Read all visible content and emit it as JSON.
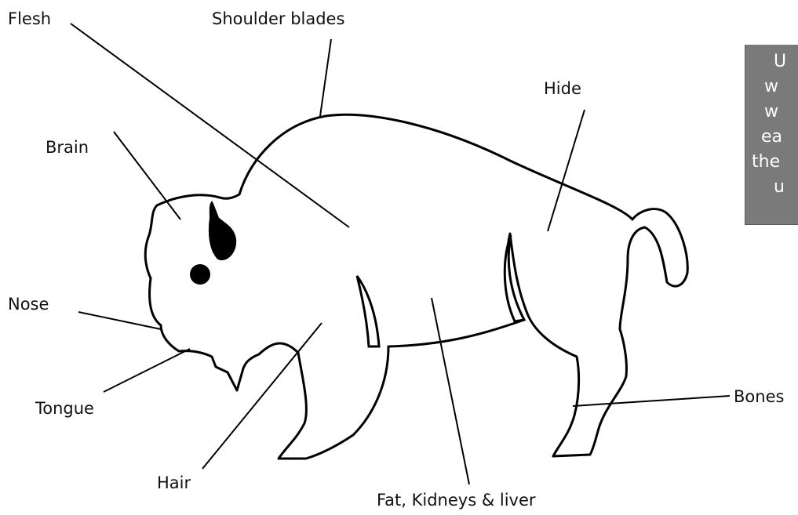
{
  "diagram": {
    "labels": {
      "flesh": "Flesh",
      "shoulder_blades": "Shoulder blades",
      "hide": "Hide",
      "brain": "Brain",
      "nose": "Nose",
      "tongue": "Tongue",
      "hair": "Hair",
      "fat_kidneys_liver": "Fat, Kidneys & liver",
      "bones": "Bones"
    },
    "note_lines": [
      "U",
      "w",
      "w",
      "ea",
      "the",
      "u"
    ],
    "colors": {
      "outline": "#000000",
      "note_background": "#7a7a7a",
      "note_text": "#ffffff"
    }
  }
}
